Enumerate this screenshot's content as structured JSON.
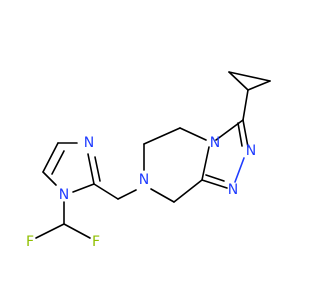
{
  "diagram": {
    "atoms": {
      "n_pyrazine": "N",
      "n_triazole_bridge": "N",
      "n_triazole_1": "N",
      "n_triazole_2": "N",
      "n_imidazole_1": "N",
      "n_imidazole_2": "N",
      "f_1": "F",
      "f_2": "F"
    },
    "colors": {
      "bond": "#000000",
      "nitrogen": "#1f3cff",
      "fluorine": "#8fbf00"
    }
  }
}
